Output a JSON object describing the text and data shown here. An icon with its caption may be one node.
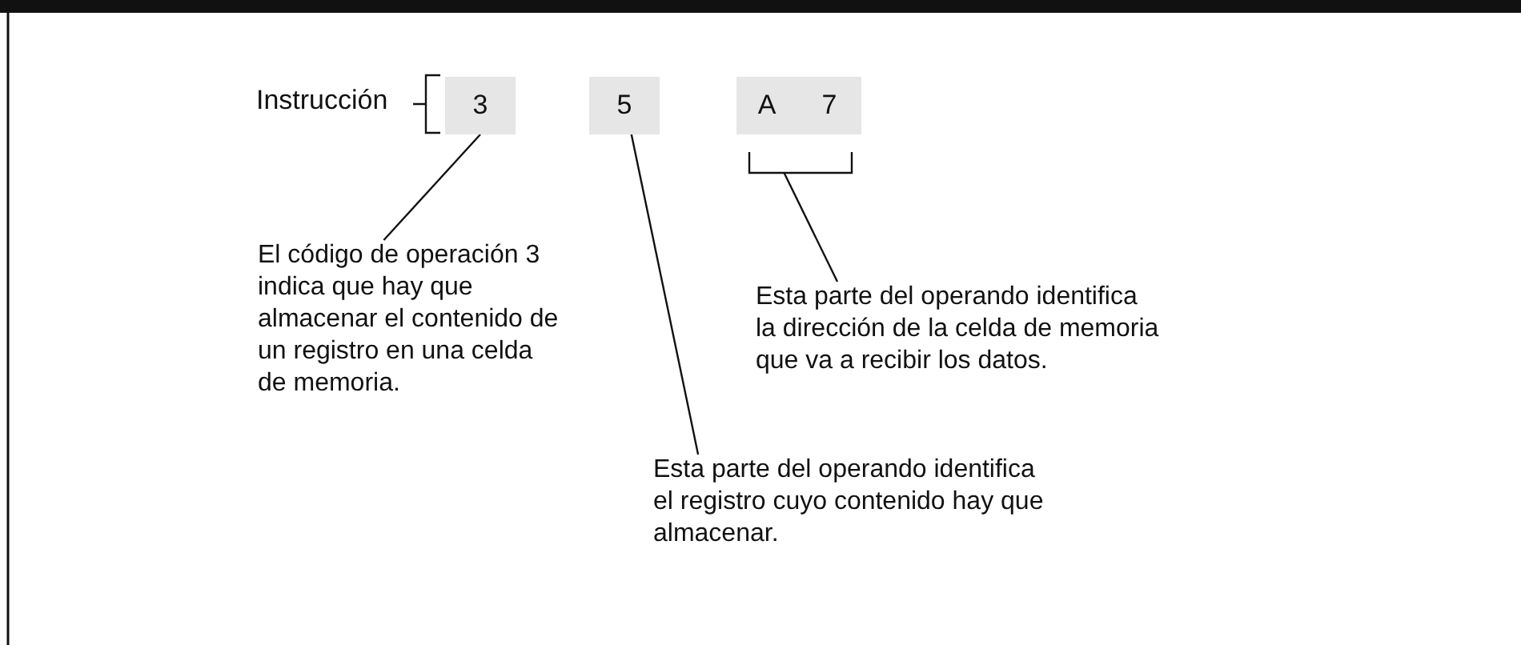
{
  "diagram": {
    "nodes": [
      {
        "text": [
          "3"
        ]
      },
      {
        "text": [
          "5"
        ]
      },
      {
        "text": [
          "A"
        ]
      },
      {
        "text": [
          "7"
        ]
      },
      {
        "text": [
          "El código de operación 3 indica que hay que almacenar el contenido de un registro en una celda de memoria."
        ]
      },
      {
        "text": [
          "Esta parte del operando identifica la dirección de la celda de memoria que va a recibir los datos."
        ]
      },
      {
        "text": [
          "Esta parte del operando identifica el registro cuyo contenido hay que almacenar."
        ]
      },
      {
        "text": [],
        "shape": "bracket"
      }
    ],
    "edges": [
      {
        "from": 4,
        "to": 0,
        "arrow": "none"
      },
      {
        "from": 5,
        "to": 7,
        "arrow": "none"
      },
      {
        "from": 6,
        "to": 1,
        "arrow": "none"
      }
    ],
    "labels": [
      "Instrucción"
    ]
  }
}
